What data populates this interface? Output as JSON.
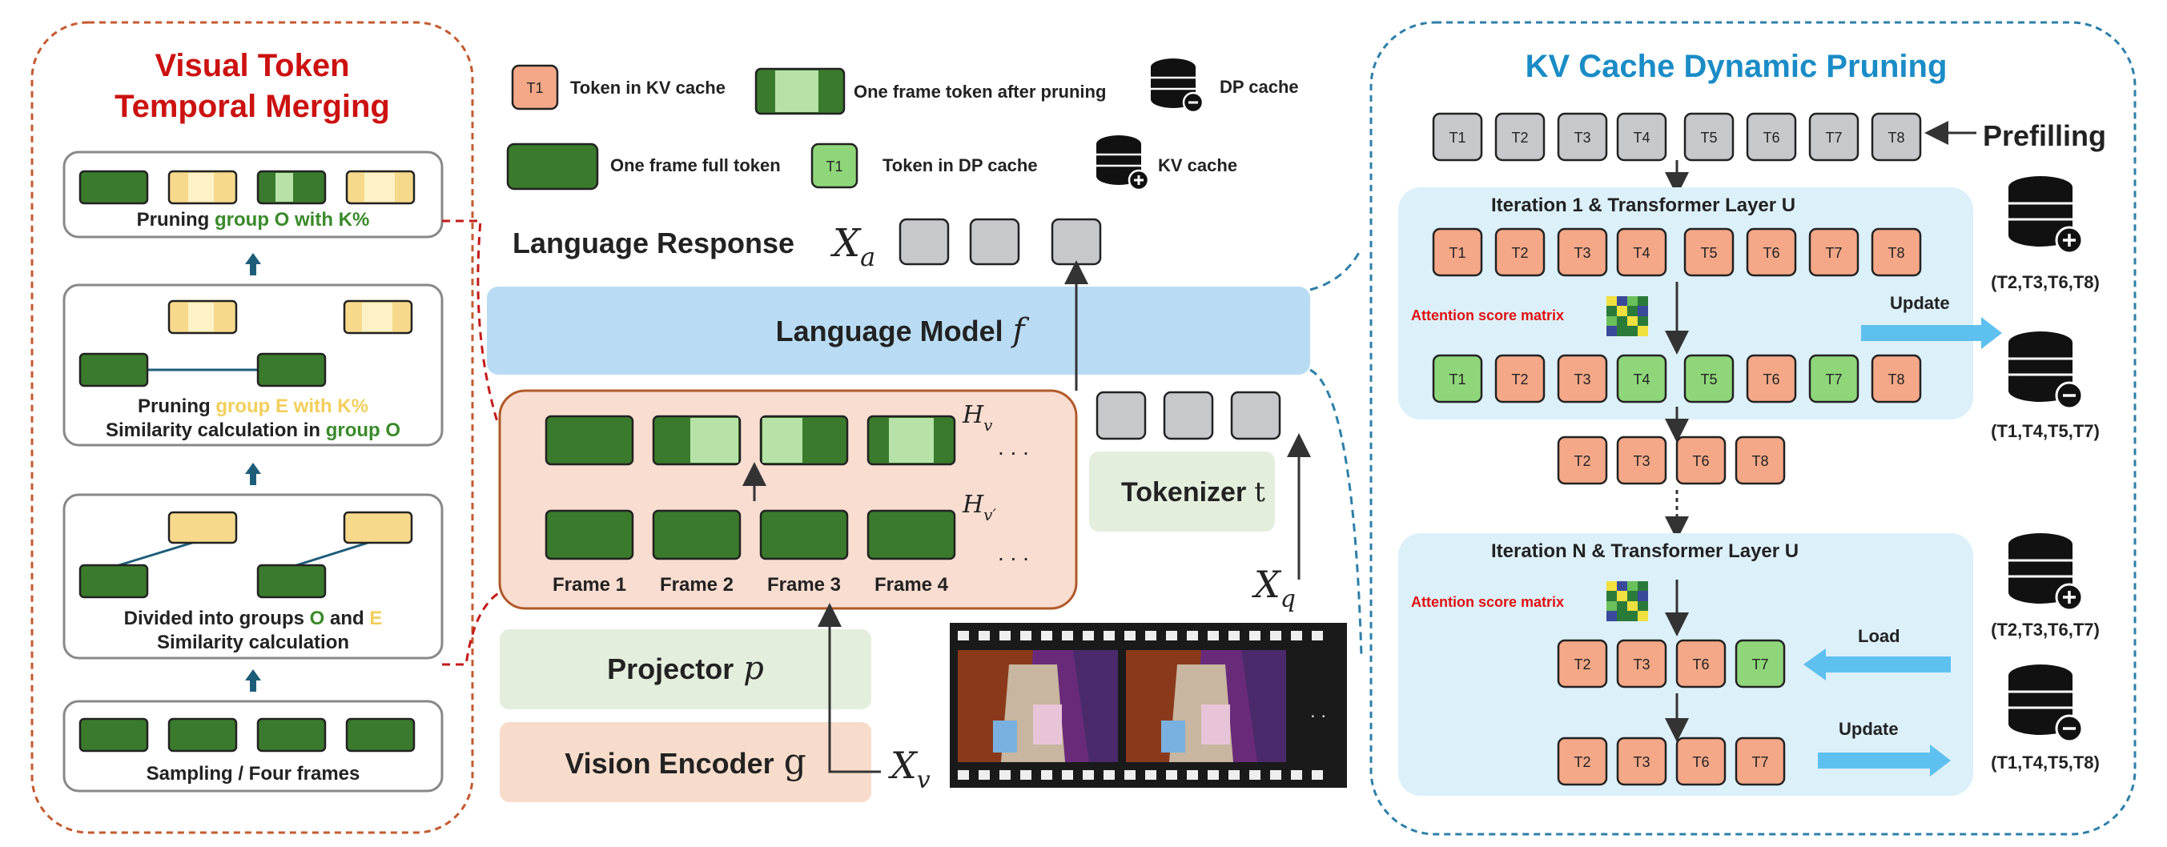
{
  "colors": {
    "dark_green": "#3a7a2c",
    "light_green": "#b6e2a8",
    "token_green": "#8fd67a",
    "yellow": "#f6d98a",
    "light_yellow": "#fdf1c6",
    "salmon": "#f4a888",
    "gray": "#c6c8cc",
    "lm_blue": "#b9dcf4",
    "proj_green": "#e3eedd",
    "enc_salmon": "#f8dccb",
    "frame_box": "#f9ddd0",
    "frame_border": "#b05a2a",
    "right_panel": "#dcf0fa",
    "title_red": "#cc1111",
    "title_blue": "#1a8cc6",
    "group_o": "#3a8a2a",
    "group_e": "#f2cf5b",
    "dashed_red": "#c45a30",
    "dashed_blue": "#2e7fa8"
  },
  "legend": {
    "token_kv": "Token in KV cache",
    "token_kv_label": "T1",
    "frame_after_pruning": "One frame token after pruning",
    "dp_cache": "DP cache",
    "frame_full": "One frame full token",
    "token_dp": "Token in DP cache",
    "token_dp_label": "T1",
    "kv_cache": "KV cache"
  },
  "left_panel": {
    "title_line1": "Visual Token",
    "title_line2": "Temporal Merging",
    "box1": {
      "pre": "Pruning ",
      "group": "group O with K%"
    },
    "box2": {
      "l1_pre": "Pruning ",
      "l1_group": "group E with K%",
      "l2_pre": "Similarity calculation in ",
      "l2_group": "group O"
    },
    "box3": {
      "l1_pre": "Divided into groups ",
      "l1_o": "O",
      "l1_mid": " and ",
      "l1_e": "E",
      "l2": "Similarity calculation"
    },
    "box4": "Sampling / Four frames"
  },
  "center": {
    "language_response": "Language Response",
    "xa": "X",
    "xa_sub": "a",
    "language_model": "Language Model",
    "language_model_sym": "f",
    "hv": "H",
    "hv_sub": "v",
    "hv2_sub": "v′",
    "dots": ". . .",
    "frames": [
      "Frame 1",
      "Frame 2",
      "Frame 3",
      "Frame 4"
    ],
    "tokenizer": "Tokenizer",
    "tokenizer_sym": "t",
    "xq": "X",
    "xq_sub": "q",
    "projector": "Projector",
    "projector_sym": "p",
    "vision_encoder": "Vision Encoder",
    "vision_encoder_sym": "g",
    "xv": "X",
    "xv_sub": "v",
    "film_dots": ". ."
  },
  "right_panel": {
    "title": "KV Cache Dynamic Pruning",
    "prefilling": "Prefilling",
    "tokens": [
      "T1",
      "T2",
      "T3",
      "T4",
      "T5",
      "T6",
      "T7",
      "T8"
    ],
    "iter1": "Iteration 1 & Transformer Layer U",
    "iterN": "Iteration N & Transformer Layer U",
    "attn": "Attention score matrix",
    "update": "Update",
    "load": "Load",
    "row3": [
      "T1",
      "T2",
      "T3",
      "T4",
      "T5",
      "T6",
      "T7",
      "T8"
    ],
    "pruned": [
      "T2",
      "T3",
      "T6",
      "T8"
    ],
    "rowN1": [
      "T2",
      "T3",
      "T6",
      "T7"
    ],
    "rowN2": [
      "T2",
      "T3",
      "T6",
      "T7"
    ],
    "kv1": "(T2,T3,T6,T8)",
    "dp1": "(T1,T4,T5,T7)",
    "kv2": "(T2,T3,T6,T7)",
    "dp2": "(T1,T4,T5,T8)"
  }
}
